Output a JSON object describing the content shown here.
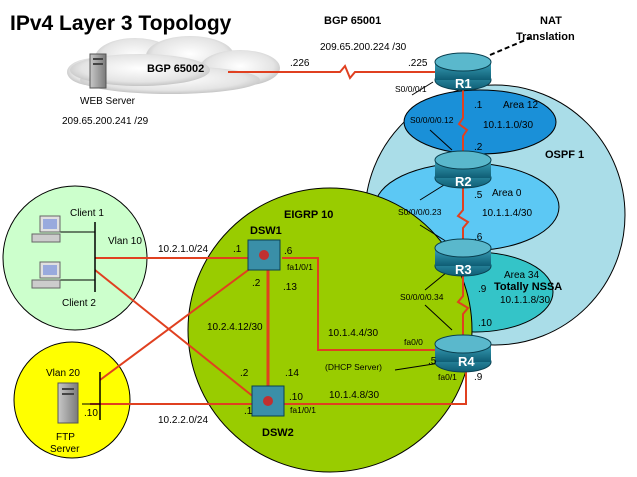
{
  "title": "IPv4 Layer 3 Topology",
  "areas": {
    "bgp_65001": "BGP 65001",
    "bgp_65002": "BGP 65002",
    "ospf": "OSPF 1",
    "eigrp": "EIGRP 10",
    "area12": "Area 12",
    "area0": "Area 0",
    "area34_a": "Area 34",
    "area34_b": "Totally NSSA"
  },
  "nat": {
    "line1": "NAT",
    "line2": "Translation"
  },
  "nodes": {
    "r1": "R1",
    "r2": "R2",
    "r3": "R3",
    "r4": "R4",
    "dsw1": "DSW1",
    "dsw2": "DSW2",
    "web": "WEB Server",
    "web_ip": "209.65.200.241 /29",
    "client1": "Client 1",
    "client2": "Client 2",
    "ftp_a": "FTP",
    "ftp_b": "Server"
  },
  "vlans": {
    "v10": "Vlan 10",
    "v20": "Vlan 20"
  },
  "networks": {
    "isp": "209.65.200.224 /30",
    "r1r2": "10.1.1.0/30",
    "r2r3": "10.1.1.4/30",
    "r3r4": "10.1.1.8/30",
    "dsw1_v10": "10.2.1.0/24",
    "dsw_link": "10.2.4.12/30",
    "dsw2_v20": "10.2.2.0/24",
    "dsw1_r4": "10.1.4.4/30",
    "dsw2_r4": "10.1.4.8/30"
  },
  "interfaces": {
    "r1_s": "S0/0/0/1",
    "r1_s012": "S0/0/0/0.12",
    "r2_s023": "S0/0/0/0.23",
    "r3_s034": "S0/0/0/0.34",
    "dsw1_fa": "fa1/0/1",
    "dsw2_fa": "fa1/0/1",
    "r4_fa0": "fa0/0",
    "r4_fa1": "fa0/1"
  },
  "addr": {
    "isp_web": ".226",
    "isp_r1": ".225",
    "r1_1": ".1",
    "r2_2": ".2",
    "r2_5": ".5",
    "r3_6": ".6",
    "r3_9": ".9",
    "r4_10": ".10",
    "dsw1_1": ".1",
    "dsw1_6": ".6",
    "dsw1_2": ".2",
    "dsw1_13": ".13",
    "dsw2_2": ".2",
    "dsw2_14": ".14",
    "dsw2_10": ".10",
    "dsw2_1": ".1",
    "r4_5": ".5",
    "r4_9": ".9",
    "ftp_10": ".10"
  },
  "notes": {
    "dhcp": "(DHCP Server)"
  },
  "colors": {
    "ospf": "#aadde8",
    "area12": "#1a90d8",
    "area0": "#5cc8f4",
    "area34": "#34c4c8",
    "eigrp": "#99cc00",
    "vlan20": "#ffff00",
    "vlan10": "#ccffcc",
    "link": "#e04020"
  }
}
